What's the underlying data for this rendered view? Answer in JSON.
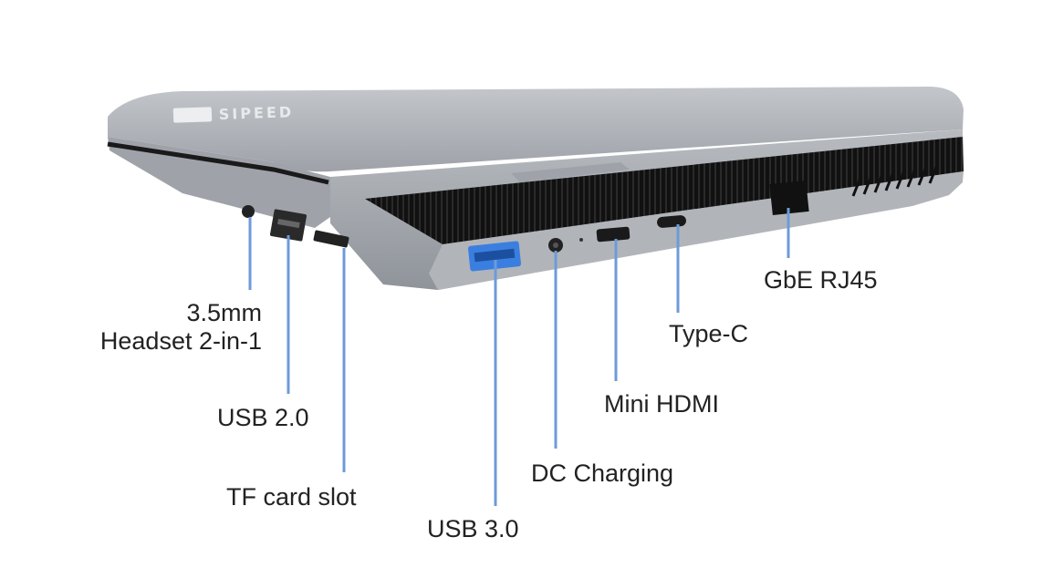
{
  "product": {
    "logo_text": "SIPEED",
    "body_color": "#a9adb3",
    "vent_color": "#151515"
  },
  "callouts": {
    "audio_jack": {
      "line1": "3.5mm",
      "line2": "Headset 2-in-1"
    },
    "usb2": "USB 2.0",
    "tf_slot": "TF card slot",
    "usb3": "USB 3.0",
    "dc_charging": "DC Charging",
    "mini_hdmi": "Mini HDMI",
    "type_c": "Type-C",
    "rj45": "GbE RJ45"
  },
  "colors": {
    "leader_line": "#6d9bd8",
    "usb3_port": "#3a7fe0",
    "label_text": "#222222"
  }
}
